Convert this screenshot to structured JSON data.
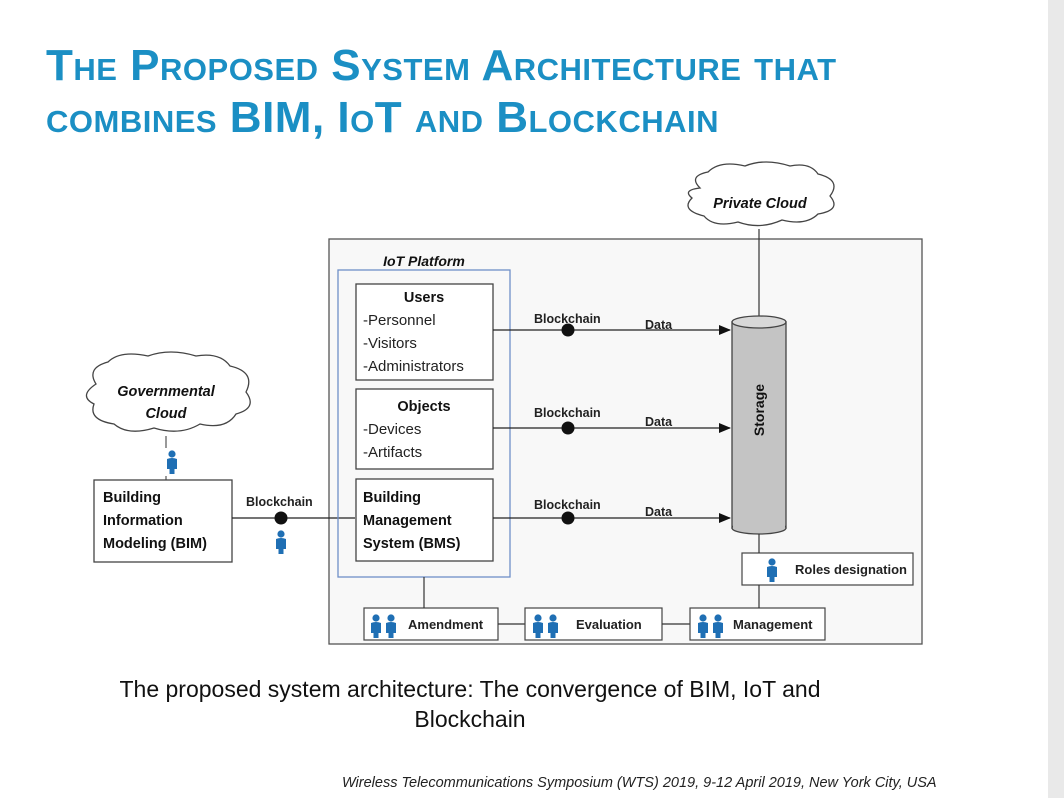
{
  "title": {
    "line1": "The Proposed System Architecture that",
    "line2": "combines BIM, IoT and Blockchain"
  },
  "diagram": {
    "private_cloud": "Private Cloud",
    "governmental_cloud": [
      "Governmental",
      "Cloud"
    ],
    "iot_platform": "IoT Platform",
    "users": {
      "title": "Users",
      "items": [
        "-Personnel",
        "-Visitors",
        "-Administrators"
      ]
    },
    "objects": {
      "title": "Objects",
      "items": [
        "-Devices",
        "-Artifacts"
      ]
    },
    "bms": [
      "Building",
      "Management",
      "System (BMS)"
    ],
    "bim": [
      "Building",
      "Information",
      "Modeling (BIM)"
    ],
    "blockchain": "Blockchain",
    "data": "Data",
    "storage": "Storage",
    "roles_designation": "Roles designation",
    "amendment": "Amendment",
    "evaluation": "Evaluation",
    "management": "Management"
  },
  "caption": {
    "line1": "The proposed system architecture: The convergence of BIM, IoT and",
    "line2": "Blockchain"
  },
  "footer": "Wireless Telecommunications Symposium (WTS) 2019, 9-12 April 2019, New York  City, USA",
  "colors": {
    "title": "#1b8fc4",
    "person_icon": "#1f6fb4",
    "iot_border": "#6f8fc8",
    "storage_fill": "#c4c4c4"
  }
}
